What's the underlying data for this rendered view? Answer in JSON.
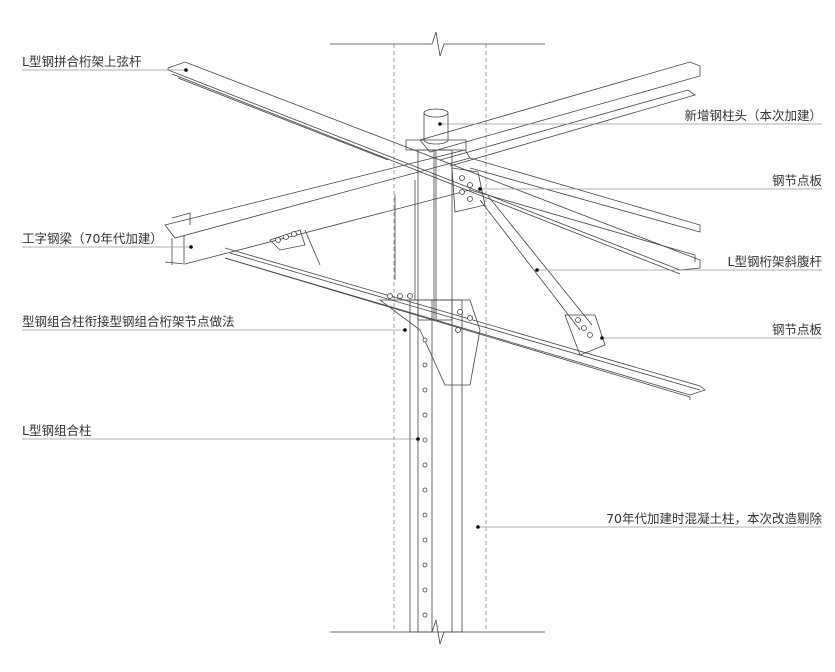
{
  "labels": {
    "top_chord": "L型钢拼合桁架上弦杆",
    "new_column_head": "新增钢柱头（本次加建）",
    "gusset_plate_upper": "钢节点板",
    "i_beam": "工字钢梁（70年代加建）",
    "diagonal_web": "L型钢桁架斜腹杆",
    "joint_detail": "型钢组合柱衔接型钢组合桁架节点做法",
    "gusset_plate_lower": "钢节点板",
    "composite_column": "L型钢组合柱",
    "concrete_column": "70年代加建时混凝土柱，本次改造剔除"
  },
  "colors": {
    "line": "#444444",
    "leader": "#999999",
    "text": "#333333"
  }
}
